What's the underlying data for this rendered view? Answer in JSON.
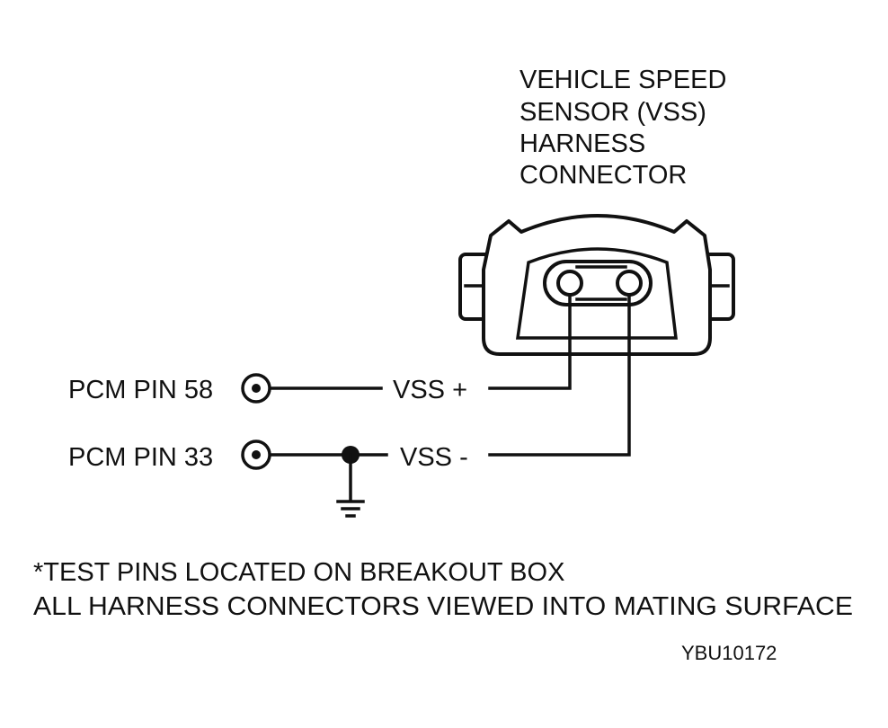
{
  "connector_title": [
    "VEHICLE SPEED",
    "SENSOR (VSS)",
    "HARNESS",
    "CONNECTOR"
  ],
  "pins": [
    {
      "pcm_label": "PCM PIN 58",
      "signal_label": "VSS +"
    },
    {
      "pcm_label": "PCM PIN 33",
      "signal_label": "VSS -"
    }
  ],
  "notes": [
    "*TEST PINS LOCATED ON BREAKOUT BOX",
    "ALL HARNESS CONNECTORS VIEWED INTO MATING SURFACE"
  ],
  "figure_code": "YBU10172"
}
